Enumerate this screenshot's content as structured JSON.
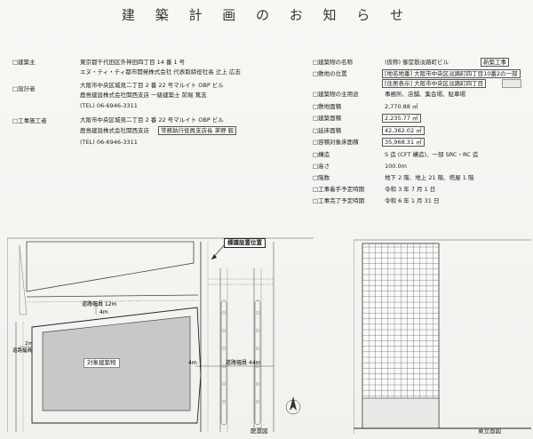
{
  "notice": {
    "title": "建 築 計 画 の お 知 ら せ"
  },
  "left": {
    "owner": {
      "label": "□建築主",
      "lines": [
        "東京都千代田区外神田四丁目 14 番 1 号",
        "エヌ・ティ・ティ都市開発株式会社 代表取締役社長 辻上 広志"
      ]
    },
    "designer": {
      "label": "□設計者",
      "lines": [
        "大阪市中央区城見二丁目 2 番 22 号マルイト OBP ビル",
        "鹿島建設株式会社関西支店 一級建築士 前堀 篤志",
        "(TEL) 06-6946-3311"
      ]
    },
    "contractor": {
      "label": "□工事施工者",
      "lines": [
        "大阪市中央区城見二丁目 2 番 22 号マルイト OBP ビル",
        "鹿島建設株式会社関西支店",
        "(TEL) 06-6946-3311"
      ],
      "boxed": "常務執行役員支店長 茅野 毅"
    }
  },
  "right": {
    "rows": [
      {
        "label": "□建築物の名称",
        "value": "(仮称) 御堂筋淡路町ビル",
        "extra": "新築工事"
      },
      {
        "label": "□敷地の位置",
        "value": "[地名地番] 大阪市中央区淡路町四丁目10番2の一部"
      },
      {
        "label": "",
        "value": "[住居表示] 大阪市中央区淡路町四丁目"
      },
      {
        "label": "□建築物の主用途",
        "value": "事務所、店舗、集会場、駐車場"
      },
      {
        "label": "□敷地面積",
        "value": "2,770.88 ㎡"
      },
      {
        "label": "□建築面積",
        "value": "2,235.77 ㎡"
      },
      {
        "label": "□延床面積",
        "value": "42,362.02 ㎡"
      },
      {
        "label": "□容積対象床面積",
        "value": "35,968.31 ㎡"
      },
      {
        "label": "□構造",
        "value": "S 造 (CFT 構造)、一部 SRC・RC 造"
      },
      {
        "label": "□高さ",
        "value": "100.0m"
      },
      {
        "label": "□階数",
        "value": "地下 2 階、地上 21 階、塔屋 1 階"
      },
      {
        "label": "□工事着手予定時期",
        "value": "令和 3 年 7 月 1 日"
      },
      {
        "label": "□工事完了予定時期",
        "value": "令和 6 年 1 月 31 日"
      }
    ]
  },
  "site_plan": {
    "caption": "配置図",
    "sign_position": "標識設置位置",
    "building_label": "対象建築物",
    "road_top": "道路幅員 12m",
    "road_top_setback": "4m",
    "road_left": "道路幅員",
    "road_left_setback": "2m",
    "road_right": "道路幅員 44m",
    "road_right_setback": "4m"
  },
  "elevation": {
    "caption": "東立面図"
  }
}
